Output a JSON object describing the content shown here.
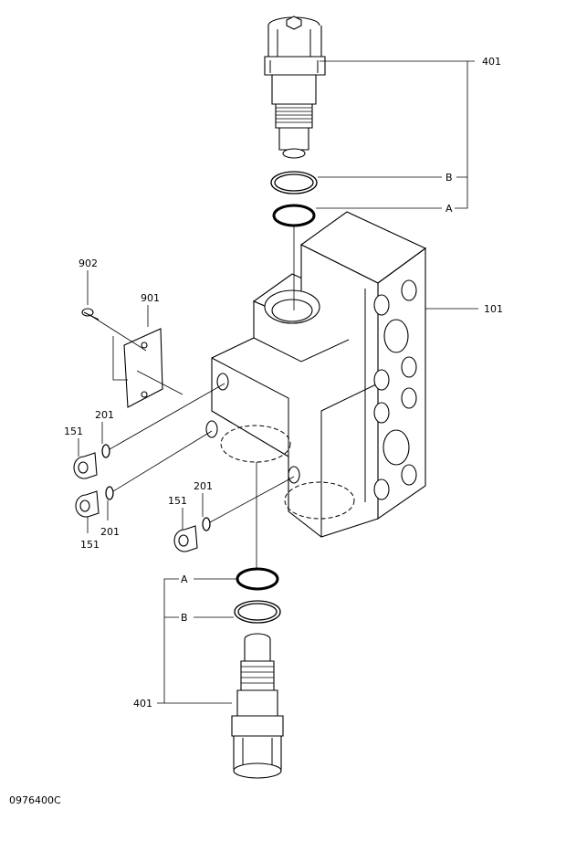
{
  "labels": {
    "top_valve": "401",
    "top_ring_b": "B",
    "top_ring_a": "A",
    "block": "101",
    "screw": "902",
    "plate": "901",
    "oring_left_top": "201",
    "plug_left_top": "151",
    "plug_left_mid": "151",
    "oring_left_mid": "201",
    "oring_right": "201",
    "plug_right": "151",
    "bottom_ring_a": "A",
    "bottom_ring_b": "B",
    "bottom_valve": "401"
  },
  "drawing_code": "0976400C"
}
